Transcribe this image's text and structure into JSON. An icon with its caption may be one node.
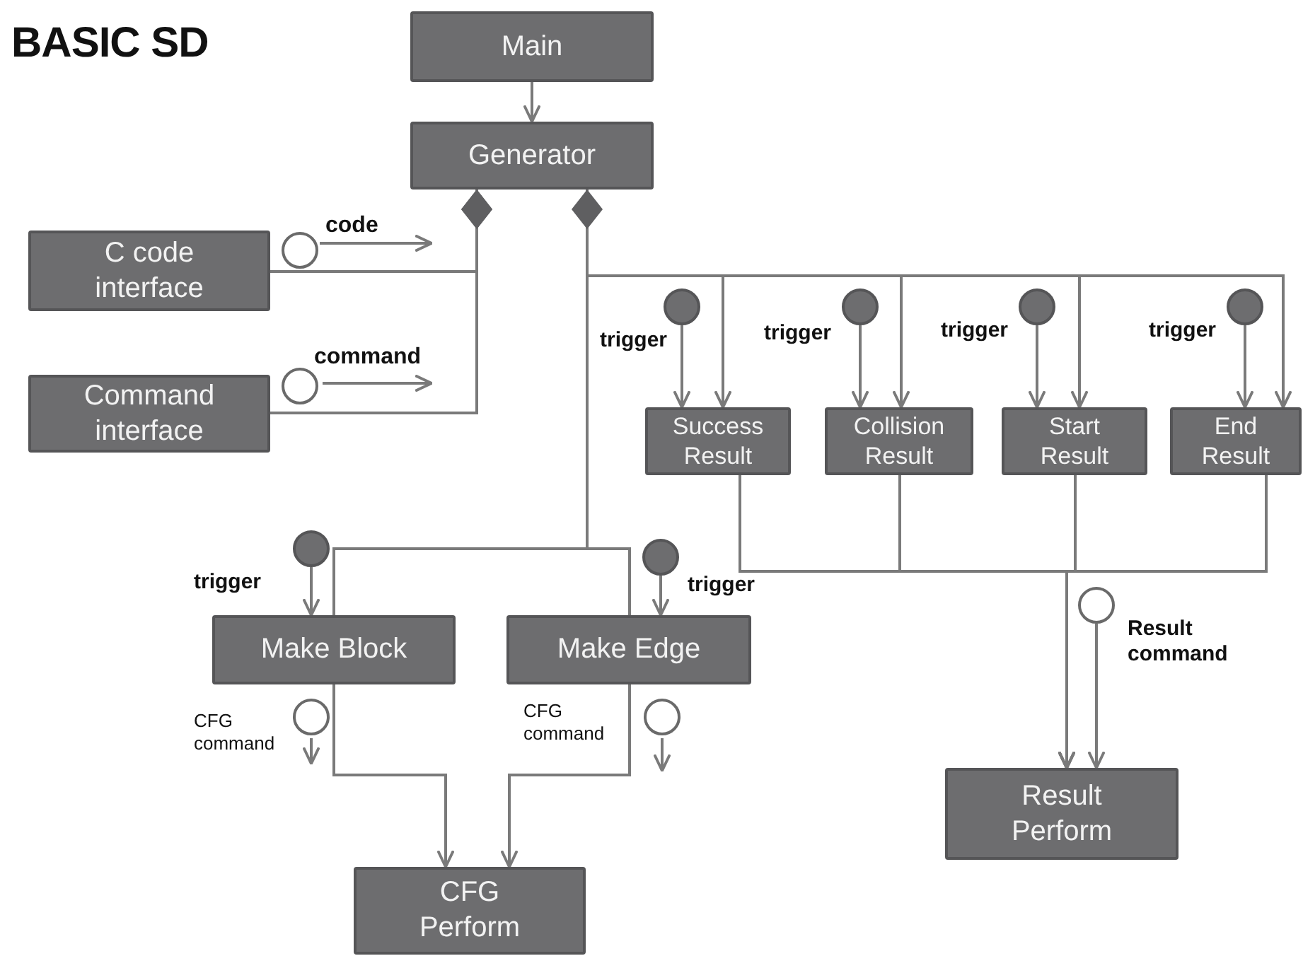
{
  "diagram": {
    "title": "BASIC SD",
    "nodes": [
      {
        "text": [
          "Main"
        ]
      },
      {
        "text": [
          "Generator"
        ]
      },
      {
        "text": [
          "C code interface"
        ]
      },
      {
        "text": [
          "Command interface"
        ]
      },
      {
        "text": [
          "Success Result"
        ]
      },
      {
        "text": [
          "Collision Result"
        ]
      },
      {
        "text": [
          "Start Result"
        ]
      },
      {
        "text": [
          "End Result"
        ]
      },
      {
        "text": [
          "Make Block"
        ]
      },
      {
        "text": [
          "Make Edge"
        ]
      },
      {
        "text": [
          "CFG Perform"
        ]
      },
      {
        "text": [
          "Result Perform"
        ]
      },
      {
        "text": [],
        "shape": "circle",
        "beside": [
          "code"
        ]
      },
      {
        "text": [],
        "shape": "circle",
        "beside": [
          "command"
        ]
      },
      {
        "text": [],
        "shape": "dot",
        "beside": [
          "trigger"
        ]
      },
      {
        "text": [],
        "shape": "dot",
        "beside": [
          "trigger"
        ]
      },
      {
        "text": [],
        "shape": "dot",
        "beside": [
          "trigger"
        ]
      },
      {
        "text": [],
        "shape": "dot",
        "beside": [
          "trigger"
        ]
      },
      {
        "text": [],
        "shape": "dot",
        "beside": [
          "trigger"
        ]
      },
      {
        "text": [],
        "shape": "dot",
        "beside": [
          "trigger"
        ]
      },
      {
        "text": [],
        "shape": "circle"
      },
      {
        "text": [],
        "shape": "circle"
      },
      {
        "text": [],
        "shape": "circle",
        "beside": [
          "Result command"
        ]
      }
    ],
    "edges": [
      {
        "from": 0,
        "to": 1,
        "arrow": "to"
      },
      {
        "from": 1,
        "to": 2,
        "arrow": "other"
      },
      {
        "from": 1,
        "to": 3,
        "arrow": "other"
      },
      {
        "from": 1,
        "to": 4,
        "arrow": "to"
      },
      {
        "from": 1,
        "to": 5,
        "arrow": "to"
      },
      {
        "from": 1,
        "to": 6,
        "arrow": "to"
      },
      {
        "from": 1,
        "to": 7,
        "arrow": "to"
      },
      {
        "from": 1,
        "to": 8,
        "arrow": "none"
      },
      {
        "from": 1,
        "to": 9,
        "arrow": "none"
      },
      {
        "from": 4,
        "to": 11,
        "arrow": "to"
      },
      {
        "from": 5,
        "to": 11,
        "arrow": "to"
      },
      {
        "from": 6,
        "to": 11,
        "arrow": "to"
      },
      {
        "from": 7,
        "to": 11,
        "arrow": "to"
      },
      {
        "from": 8,
        "to": 10,
        "arrow": "to"
      },
      {
        "from": 9,
        "to": 10,
        "arrow": "to"
      },
      {
        "from": 14,
        "to": 4,
        "arrow": "to"
      },
      {
        "from": 15,
        "to": 5,
        "arrow": "to"
      },
      {
        "from": 16,
        "to": 6,
        "arrow": "to"
      },
      {
        "from": 17,
        "to": 7,
        "arrow": "to"
      },
      {
        "from": 18,
        "to": 8,
        "arrow": "to"
      },
      {
        "from": 19,
        "to": 9,
        "arrow": "to"
      },
      {
        "from": 22,
        "to": 11,
        "arrow": "to"
      }
    ],
    "labels": [
      "CFG command",
      "CFG command"
    ]
  }
}
